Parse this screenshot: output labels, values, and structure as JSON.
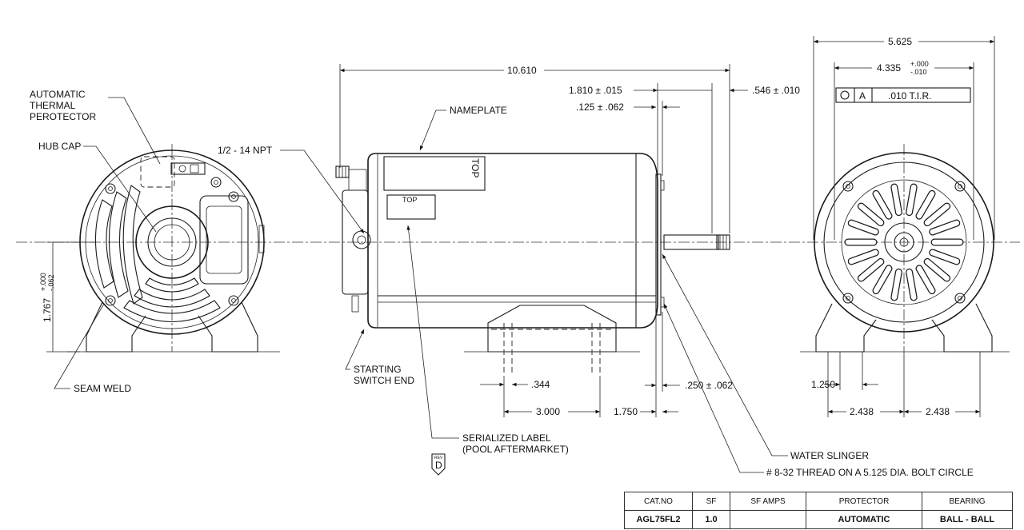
{
  "labels": {
    "thermal_protector": [
      "AUTOMATIC",
      "THERMAL",
      "PEROTECTOR"
    ],
    "hub_cap": "HUB CAP",
    "npt": "1/2 - 14 NPT",
    "nameplate": "NAMEPLATE",
    "top_main": "TOP",
    "top_small": "TOP",
    "seam_weld": "SEAM WELD",
    "starting_switch": [
      "STARTING",
      "SWITCH END"
    ],
    "serialized_label": [
      "SERIALIZED LABEL",
      "(POOL AFTERMARKET)"
    ],
    "water_slinger": "WATER SLINGER",
    "bolt_circle": "# 8-32 THREAD ON A 5.125 DIA. BOLT CIRCLE",
    "rev_letter": "D",
    "rev_top": "REV"
  },
  "dimensions": {
    "overall_length": "10.610",
    "shaft_len": "1.810 ± .015",
    "flange": ".125 ± .062",
    "shaft_end": ".546 ± .010",
    "width": "5.625",
    "pilot": "4.335",
    "pilot_tol_upper": "+.000",
    "pilot_tol_lower": "-.010",
    "tir_datum": "A",
    "tir_value": ".010 T.I.R.",
    "shaft_height": "1.767",
    "shaft_height_tol_upper": "+.000",
    "shaft_height_tol_lower": "-.062",
    "slot": ".344",
    "base_spacing": "3.000",
    "base_to_face": "1.750",
    "slinger_gap": ".250 ± .062",
    "slot_width": "1.250",
    "half_width_left": "2.438",
    "half_width_right": "2.438"
  },
  "spec_table": {
    "headers": [
      "CAT.NO",
      "SF",
      "SF AMPS",
      "PROTECTOR",
      "BEARING"
    ],
    "row": [
      "AGL75FL2",
      "1.0",
      "",
      "AUTOMATIC",
      "BALL - BALL"
    ]
  }
}
